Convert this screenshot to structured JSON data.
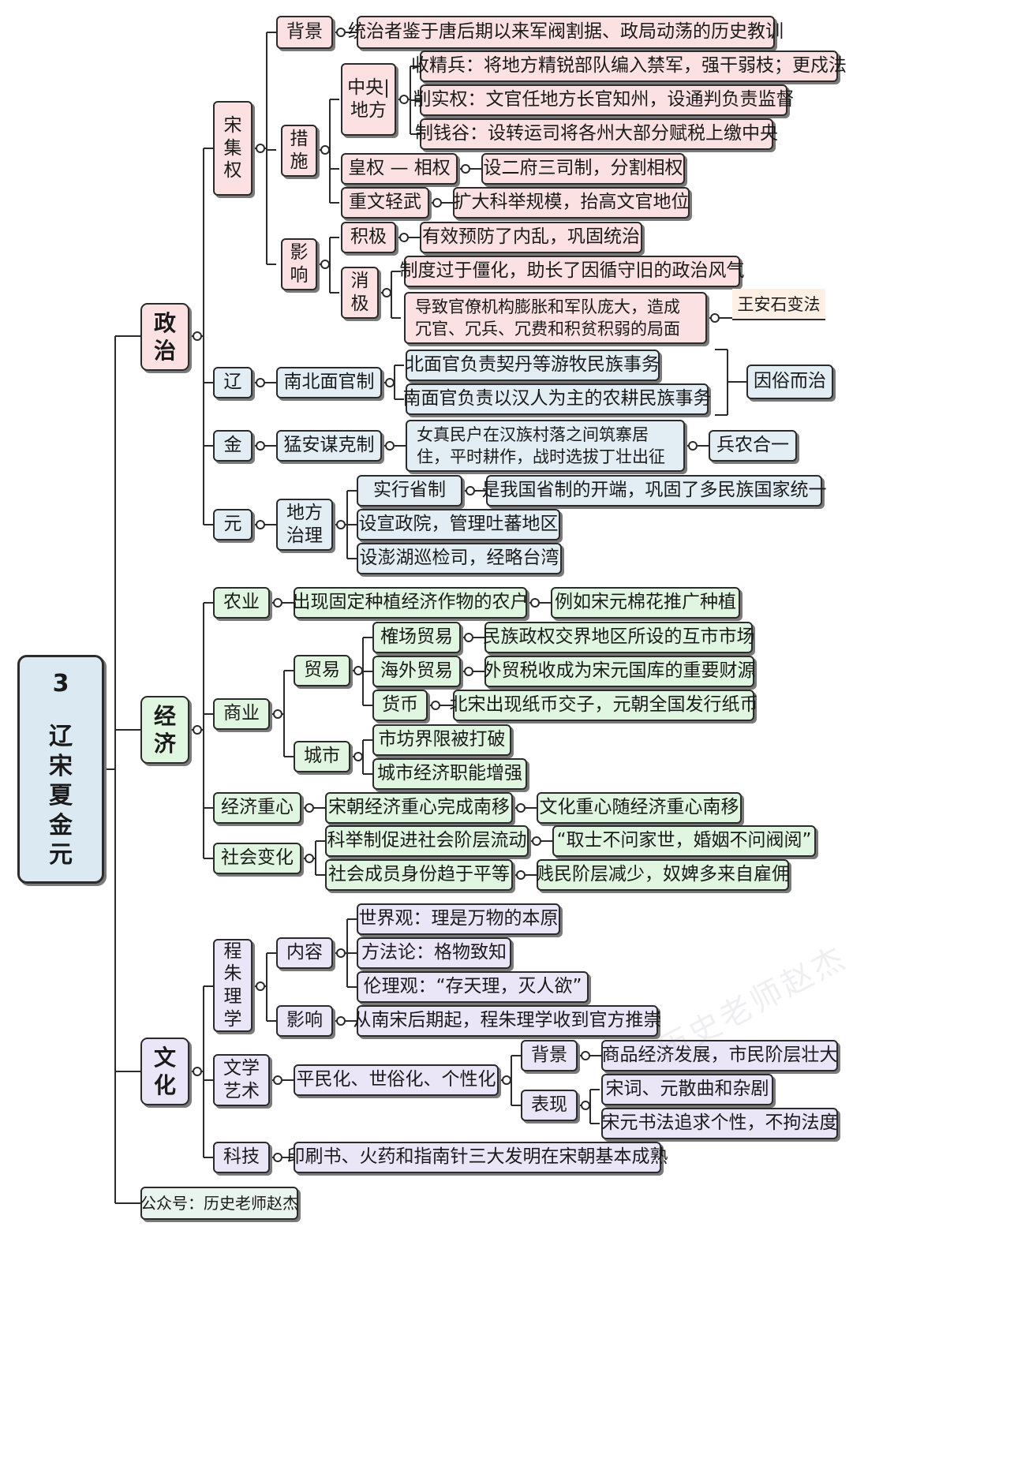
{
  "root": {
    "num": "3",
    "title": "辽宋夏金元"
  },
  "cat_politics": "政治",
  "cat_economy": "经济",
  "cat_culture": "文化",
  "politics": {
    "song": {
      "label": "宋集权",
      "background": {
        "label": "背景",
        "text": "统治者鉴于唐后期以来军阀割据、政局动荡的历史教训"
      },
      "measures": {
        "label": "措施",
        "central_local": {
          "label": "中央|地方",
          "items": [
            "收精兵：将地方精锐部队编入禁军，强干弱枝；更戍法",
            "削实权：文官任地方长官知州，设通判负责监督",
            "制钱谷：设转运司将各州大部分赋税上缴中央"
          ]
        },
        "emperor_minister": {
          "label": "皇权 — 相权",
          "text": "设二府三司制，分割相权"
        },
        "civil": {
          "label": "重文轻武",
          "text": "扩大科举规模，抬高文官地位"
        }
      },
      "influence": {
        "label": "影响",
        "positive": {
          "label": "积极",
          "text": "有效预防了内乱，巩固统治"
        },
        "negative": {
          "label": "消极",
          "items": [
            "制度过于僵化，助长了因循守旧的政治风气",
            "导致官僚机构膨胀和军队庞大，造成冗官、冗兵、冗费和积贫积弱的局面"
          ],
          "note": "王安石变法"
        }
      }
    },
    "liao": {
      "label": "辽",
      "system": "南北面官制",
      "items": [
        "北面官负责契丹等游牧民族事务",
        "南面官负责以汉人为主的农耕民族事务"
      ],
      "summary": "因俗而治"
    },
    "jin": {
      "label": "金",
      "system": "猛安谋克制",
      "text": "女真民户在汉族村落之间筑寨居住，平时耕作，战时选拔丁壮出征",
      "summary": "兵农合一"
    },
    "yuan": {
      "label": "元",
      "system": "地方治理",
      "province": "实行省制",
      "province_note": "是我国省制的开端，巩固了多民族国家统一",
      "items": [
        "设宣政院，管理吐蕃地区",
        "设澎湖巡检司，经略台湾"
      ]
    }
  },
  "economy": {
    "agriculture": {
      "label": "农业",
      "text": "出现固定种植经济作物的农户",
      "example": "例如宋元棉花推广种植"
    },
    "commerce": {
      "label": "商业",
      "trade": {
        "label": "贸易",
        "items": [
          {
            "label": "榷场贸易",
            "text": "民族政权交界地区所设的互市市场"
          },
          {
            "label": "海外贸易",
            "text": "外贸税收成为宋元国库的重要财源"
          },
          {
            "label": "货币",
            "text": "北宋出现纸币交子，元朝全国发行纸币"
          }
        ]
      },
      "city": {
        "label": "城市",
        "items": [
          "市坊界限被打破",
          "城市经济职能增强"
        ]
      }
    },
    "center": {
      "label": "经济重心",
      "text": "宋朝经济重心完成南移",
      "note": "文化重心随经济重心南移"
    },
    "society": {
      "label": "社会变化",
      "items": [
        {
          "text": "科举制促进社会阶层流动",
          "note": "“取士不问家世，婚姻不问阀阅”"
        },
        {
          "text": "社会成员身份趋于平等",
          "note": "贱民阶层减少，奴婢多来自雇佣"
        }
      ]
    }
  },
  "culture": {
    "neo": {
      "label": "程朱理学",
      "content": {
        "label": "内容",
        "items": [
          "世界观：理是万物的本原",
          "方法论：格物致知",
          "伦理观：“存天理，灭人欲”"
        ]
      },
      "influence": {
        "label": "影响",
        "text": "从南宋后期起，程朱理学收到官方推崇"
      }
    },
    "lit": {
      "label": "文学艺术",
      "text": "平民化、世俗化、个性化",
      "background": {
        "label": "背景",
        "text": "商品经济发展，市民阶层壮大"
      },
      "performance": {
        "label": "表现",
        "items": [
          "宋词、元散曲和杂剧",
          "宋元书法追求个性，不拘法度"
        ]
      }
    },
    "tech": {
      "label": "科技",
      "text": "印刷书、火药和指南针三大发明在宋朝基本成熟"
    }
  },
  "footer": "公众号：历史老师赵杰",
  "watermark": "历史老师赵杰"
}
